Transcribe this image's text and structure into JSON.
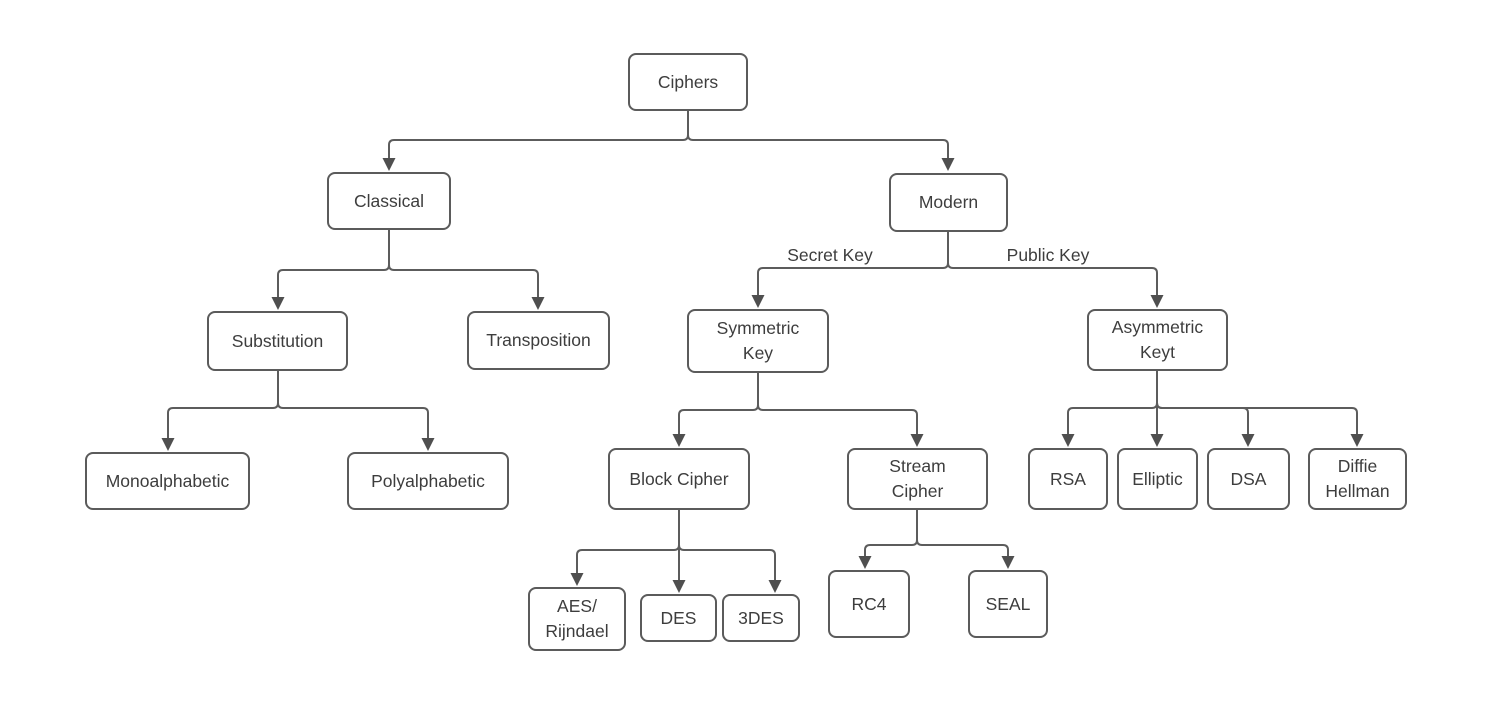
{
  "diagram": {
    "type": "tree-flowchart",
    "topic": "Ciphers",
    "colors": {
      "background": "#ffffff",
      "line": "#5c5c5c",
      "arrow": "#4f4f4f",
      "box_border": "#5b5b5b",
      "box_fill": "#ffffff",
      "text": "#3d3d3d"
    },
    "nodes": {
      "ciphers": {
        "lines": [
          "Ciphers"
        ]
      },
      "classical": {
        "lines": [
          "Classical"
        ]
      },
      "modern": {
        "lines": [
          "Modern"
        ]
      },
      "substitution": {
        "lines": [
          "Substitution"
        ]
      },
      "transposition": {
        "lines": [
          "Transposition"
        ]
      },
      "symmetric_key": {
        "lines": [
          "Symmetric",
          "Key"
        ]
      },
      "asymmetric_key": {
        "lines": [
          "Asymmetric",
          "Keyt"
        ]
      },
      "monoalphabetic": {
        "lines": [
          "Monoalphabetic"
        ]
      },
      "polyalphabetic": {
        "lines": [
          "Polyalphabetic"
        ]
      },
      "block_cipher": {
        "lines": [
          "Block Cipher"
        ]
      },
      "stream_cipher": {
        "lines": [
          "Stream",
          "Cipher"
        ]
      },
      "rsa": {
        "lines": [
          "RSA"
        ]
      },
      "elliptic": {
        "lines": [
          "Elliptic"
        ]
      },
      "dsa": {
        "lines": [
          "DSA"
        ]
      },
      "diffie_hellman": {
        "lines": [
          "Diffie",
          "Hellman"
        ]
      },
      "aes_rijndael": {
        "lines": [
          "AES/",
          "Rijndael"
        ]
      },
      "des": {
        "lines": [
          "DES"
        ]
      },
      "triple_des": {
        "lines": [
          "3DES"
        ]
      },
      "rc4": {
        "lines": [
          "RC4"
        ]
      },
      "seal": {
        "lines": [
          "SEAL"
        ]
      }
    },
    "edge_labels": {
      "secret_key": "Secret Key",
      "public_key": "Public Key"
    },
    "edges": [
      {
        "from": "ciphers",
        "to": "classical"
      },
      {
        "from": "ciphers",
        "to": "modern"
      },
      {
        "from": "classical",
        "to": "substitution"
      },
      {
        "from": "classical",
        "to": "transposition"
      },
      {
        "from": "modern",
        "to": "symmetric_key",
        "label": "Secret Key"
      },
      {
        "from": "modern",
        "to": "asymmetric_key",
        "label": "Public Key"
      },
      {
        "from": "substitution",
        "to": "monoalphabetic"
      },
      {
        "from": "substitution",
        "to": "polyalphabetic"
      },
      {
        "from": "symmetric_key",
        "to": "block_cipher"
      },
      {
        "from": "symmetric_key",
        "to": "stream_cipher"
      },
      {
        "from": "asymmetric_key",
        "to": "rsa"
      },
      {
        "from": "asymmetric_key",
        "to": "elliptic"
      },
      {
        "from": "asymmetric_key",
        "to": "dsa"
      },
      {
        "from": "asymmetric_key",
        "to": "diffie_hellman"
      },
      {
        "from": "block_cipher",
        "to": "aes_rijndael"
      },
      {
        "from": "block_cipher",
        "to": "des"
      },
      {
        "from": "block_cipher",
        "to": "triple_des"
      },
      {
        "from": "stream_cipher",
        "to": "rc4"
      },
      {
        "from": "stream_cipher",
        "to": "seal"
      }
    ]
  }
}
